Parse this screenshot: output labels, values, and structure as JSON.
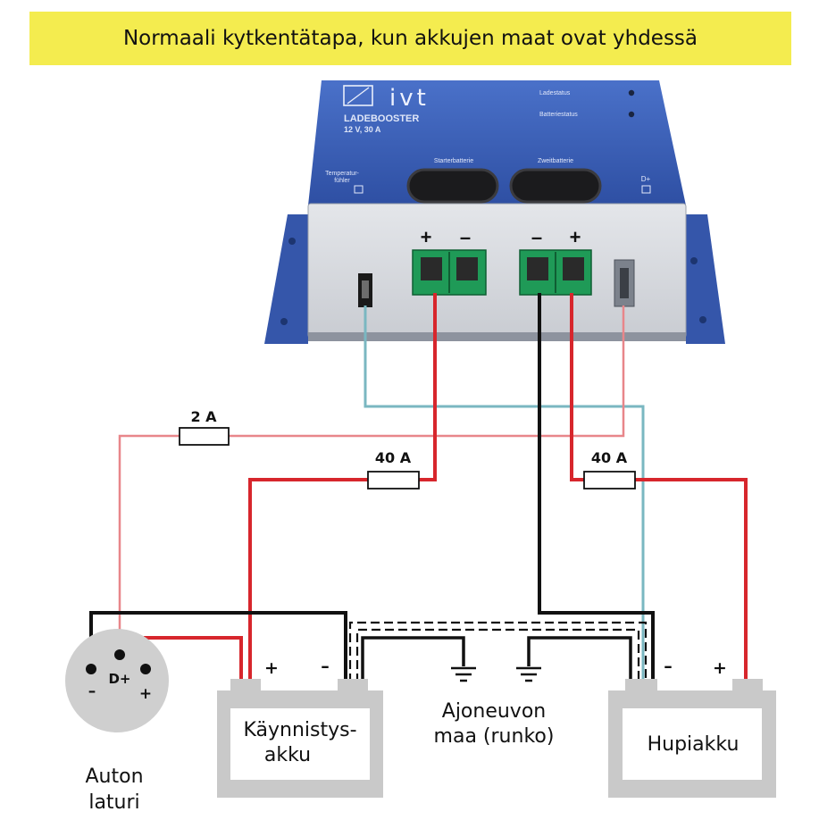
{
  "title": "Normaali kytkentätapa, kun akkujen maat ovat yhdessä",
  "device": {
    "brand": "ivt",
    "model": "LADEBOOSTER",
    "rating": "12 V, 30 A",
    "led_labels": [
      "Ladestatus",
      "Batteriestatus"
    ],
    "port_labels": {
      "temp_sensor": "Temperatur-\nfühler",
      "starter": "Starterbatterie",
      "aux": "Zweitbatterie",
      "dplus": "D+"
    },
    "terminal_signs": {
      "starter_plus": "+",
      "starter_minus": "–",
      "aux_minus": "–",
      "aux_plus": "+"
    }
  },
  "fuses": {
    "small": "2 A",
    "left": "40 A",
    "right": "40 A"
  },
  "alternator": {
    "label_line1": "Auton",
    "label_line2": "laturi",
    "pin_dplus": "D+",
    "pin_minus": "–",
    "pin_plus": "+"
  },
  "starter_battery": {
    "label_line1": "Käynnistys-",
    "label_line2": "akku",
    "plus": "+",
    "minus": "–"
  },
  "aux_battery": {
    "label": "Hupiakku",
    "minus": "–",
    "plus": "+"
  },
  "chassis": {
    "label_line1": "Ajoneuvon",
    "label_line2": "maa (runko)"
  },
  "colors": {
    "banner": "#f4ec4f",
    "wire_red": "#d7262c",
    "wire_pink": "#e8868a",
    "wire_black": "#111111",
    "wire_teal": "#7ab7c1",
    "device_blue": "#3a5db2",
    "terminal_green": "#1f9a57",
    "battery_grey": "#c9c9c9",
    "alternator_grey": "#cfcfcf"
  }
}
